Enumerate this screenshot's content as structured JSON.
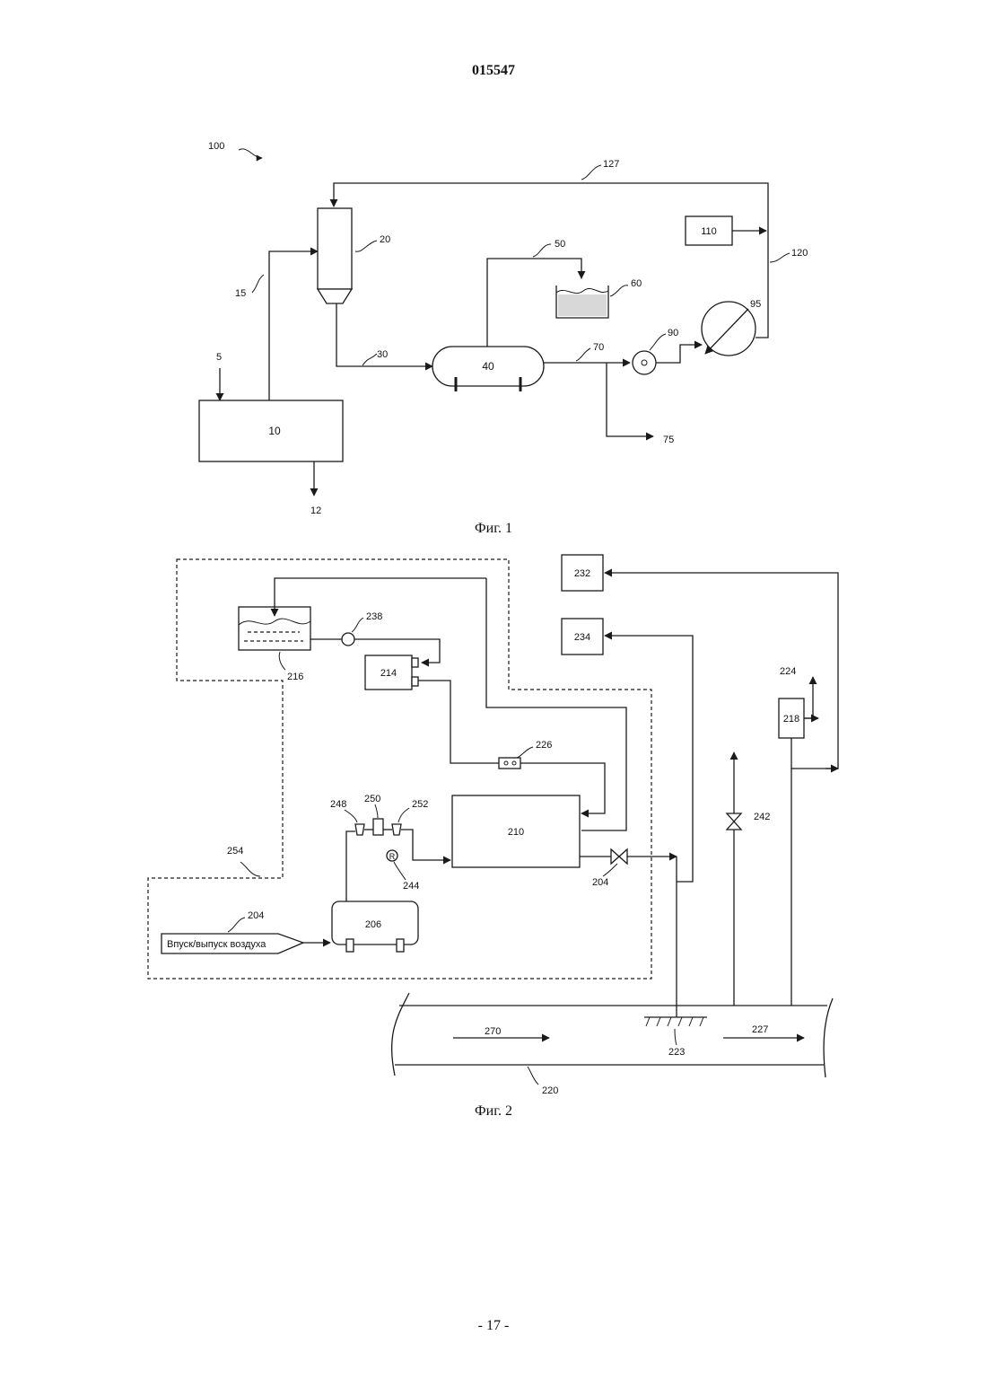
{
  "header": {
    "doc_number": "015547"
  },
  "footer": {
    "page_number": "- 17 -"
  },
  "fig1": {
    "caption": "Фиг. 1",
    "labels": {
      "system": "100",
      "feed_in": "5",
      "unit10": "10",
      "out12": "12",
      "line15": "15",
      "unit20": "20",
      "line30": "30",
      "unit40": "40",
      "line50": "50",
      "unit60": "60",
      "line70": "70",
      "out75": "75",
      "pump90": "90",
      "hx95": "95",
      "unit110": "110",
      "line120": "120",
      "line127": "127"
    }
  },
  "fig2": {
    "caption": "Фиг. 2",
    "air_label": "Впуск/выпуск воздуха",
    "labels": {
      "air_ref": "204",
      "valve_ref": "204",
      "tank206": "206",
      "unit210": "210",
      "unit214": "214",
      "tank216": "216",
      "unit218": "218",
      "pipe220": "220",
      "probe223": "223",
      "out224": "224",
      "filter226": "226",
      "flow227": "227",
      "unit232": "232",
      "unit234": "234",
      "pump238": "238",
      "valve242": "242",
      "reg244": "244",
      "f248": "248",
      "f250": "250",
      "f252": "252",
      "enclosure254": "254",
      "flow270": "270"
    }
  }
}
